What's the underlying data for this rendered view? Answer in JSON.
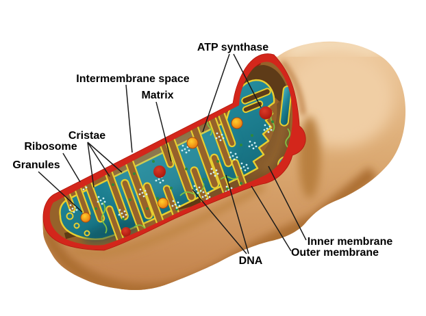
{
  "labels": {
    "atp_synthase": "ATP synthase",
    "intermembrane_space": "Intermembrane space",
    "matrix": "Matrix",
    "cristae": "Cristae",
    "ribosome": "Ribosome",
    "granules": "Granules",
    "dna": "DNA",
    "inner_membrane": "Inner membrane",
    "outer_membrane": "Outer membrane"
  },
  "colors": {
    "outer_membrane_red": "#D3261B",
    "body_tan": "#DCAB74",
    "matrix_teal": "#1F8496",
    "inner_membrane_yellow": "#E8CE30",
    "intermembrane_brown": "#96622A",
    "granule_orange": "#F0901C",
    "dna_green": "#7FC143",
    "atp_synthase_red": "#C41E14",
    "label_text": "#000000"
  }
}
